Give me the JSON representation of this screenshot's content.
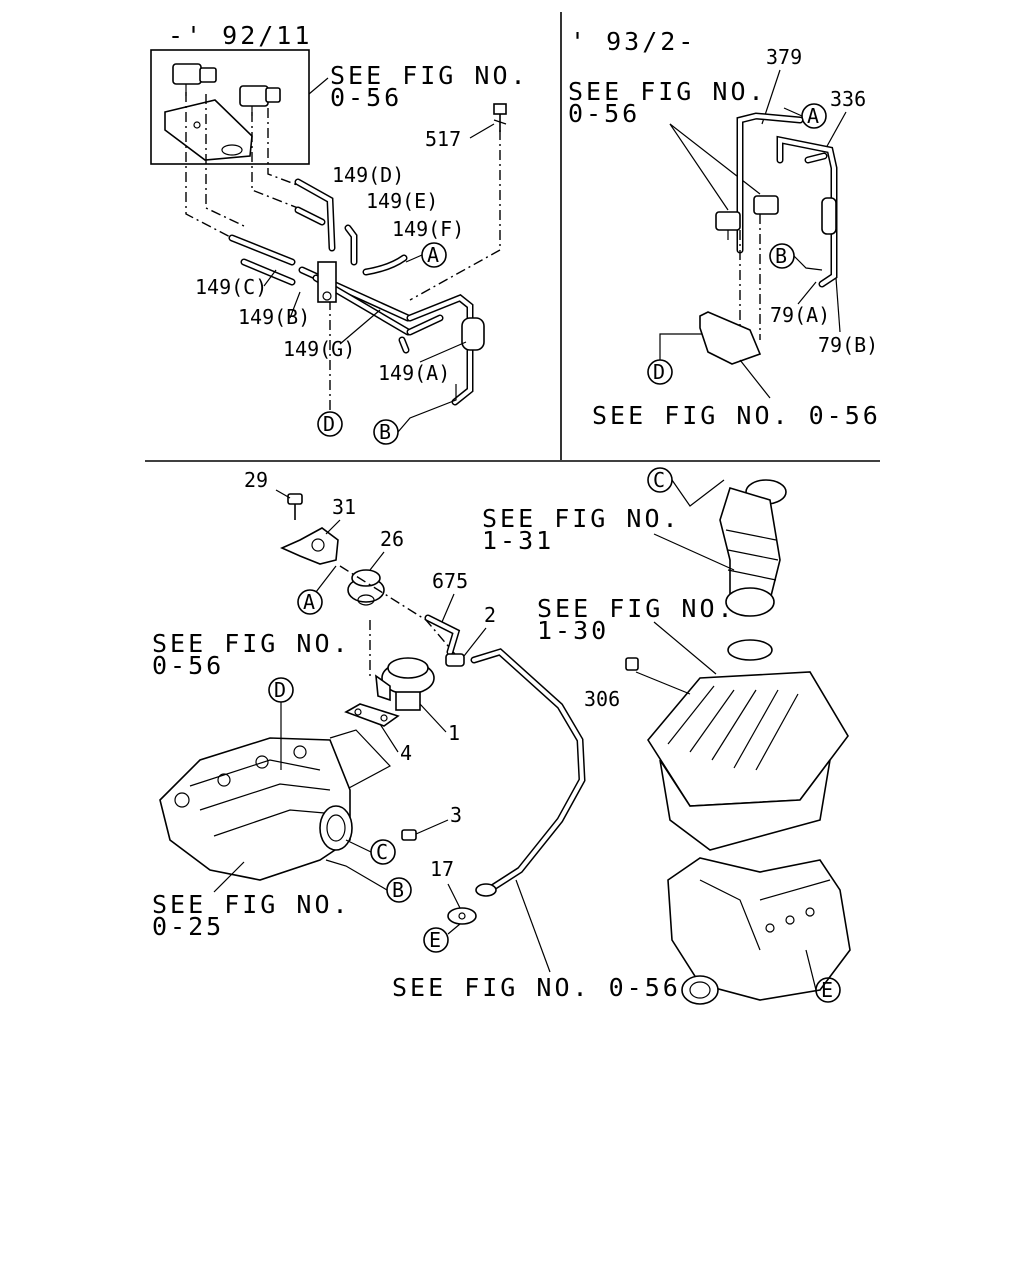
{
  "panels": {
    "top_left": {
      "date_label": "-' 92/11",
      "see_ref": [
        "SEE FIG NO.",
        "0-56"
      ],
      "parts": {
        "p517": "517",
        "p149D": "149(D)",
        "p149E": "149(E)",
        "p149F": "149(F)",
        "p149C": "149(C)",
        "p149B": "149(B)",
        "p149G": "149(G)",
        "p149A": "149(A)"
      },
      "callouts": {
        "A": "A",
        "B": "B",
        "D": "D"
      }
    },
    "top_right": {
      "date_label": "' 93/2-",
      "see_ref": [
        "SEE FIG NO.",
        "0-56"
      ],
      "see_ref_bottom": "SEE FIG NO. 0-56",
      "parts": {
        "p379": "379",
        "p336": "336",
        "p79A": "79(A)",
        "p79B": "79(B)"
      },
      "callouts": {
        "A": "A",
        "B": "B",
        "D": "D"
      }
    },
    "bottom": {
      "see_refs": {
        "r131": [
          "SEE FIG NO.",
          "1-31"
        ],
        "r130": [
          "SEE FIG NO.",
          "1-30"
        ],
        "r056": [
          "SEE FIG NO.",
          "0-56"
        ],
        "r025": [
          "SEE FIG NO.",
          "0-25"
        ],
        "r056b": "SEE FIG NO. 0-56"
      },
      "parts": {
        "p29": "29",
        "p31": "31",
        "p26": "26",
        "p675": "675",
        "p2": "2",
        "p306": "306",
        "p1": "1",
        "p4": "4",
        "p3": "3",
        "p17": "17"
      },
      "callouts": {
        "A": "A",
        "B": "B",
        "C1": "C",
        "C2": "C",
        "D": "D",
        "E1": "E",
        "E2": "E"
      }
    }
  }
}
